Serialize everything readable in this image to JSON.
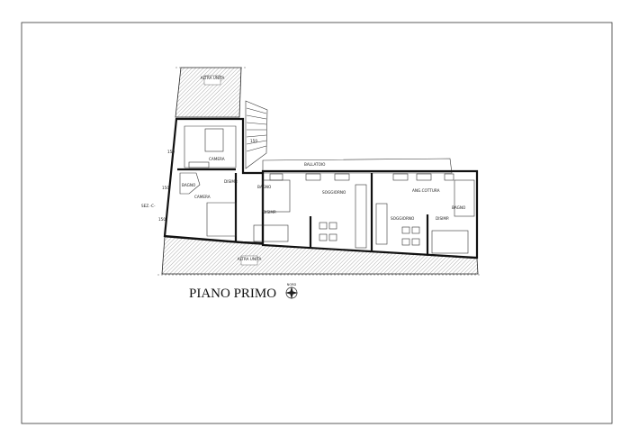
{
  "drawing": {
    "title": "PIANO PRIMO",
    "compass_label": "NORD",
    "labels": {
      "other_unit_top": "ALTRA UNITA",
      "other_unit_bottom": "ALTRA UNITA",
      "bedroom_1": "CAMERA",
      "bathroom_left": "BAGNO",
      "bedroom_2": "CAMERA",
      "hall_left": "DISIMP.",
      "bathroom_mid": "BAGNO",
      "hall_mid": "DISIMP.",
      "balcony": "BALLATOIO",
      "living_1": "SOGGIORNO",
      "kitchenette": "ANG.COTTURA",
      "living_2": "SOGGIORNO",
      "hall_right": "DISIMP.",
      "bathroom_right": "BAGNO",
      "section": "SEZ.-C-"
    },
    "dimensions": [
      "150",
      "150",
      "150",
      "150"
    ]
  }
}
